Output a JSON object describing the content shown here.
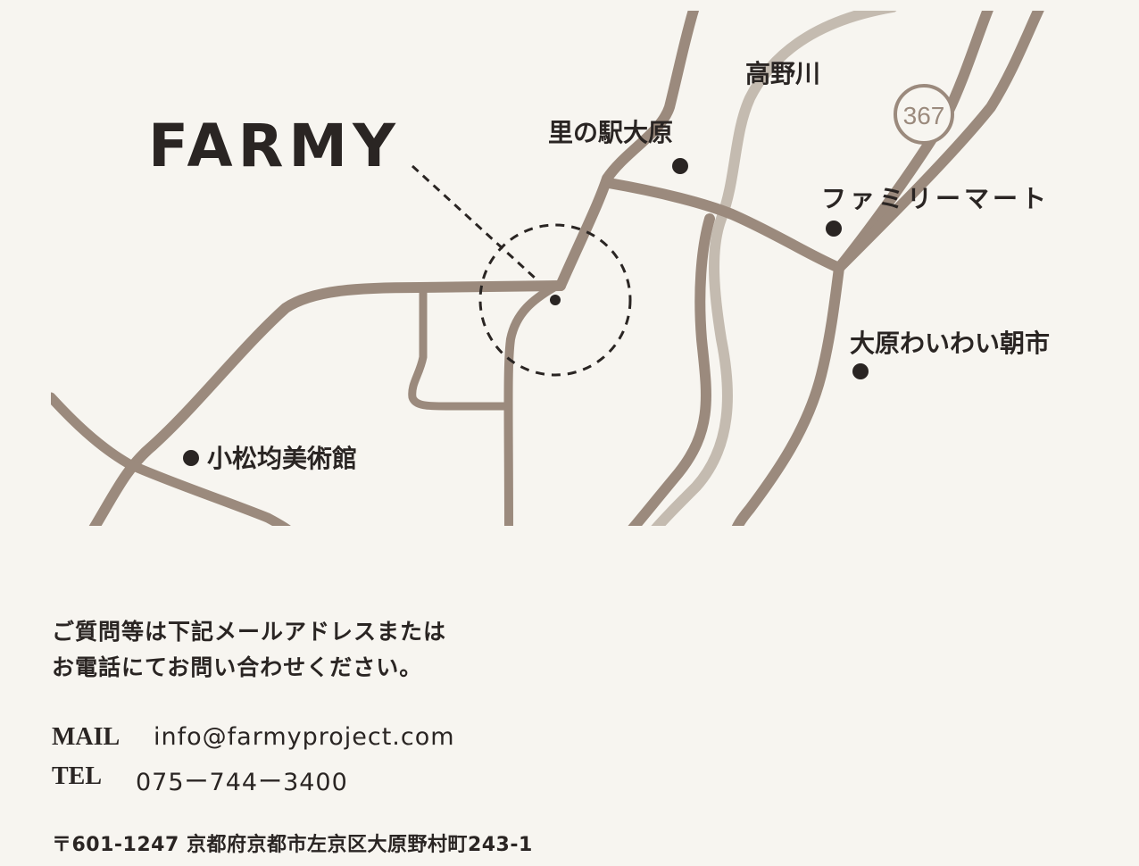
{
  "map": {
    "brand": "FARMY",
    "route_number": "367",
    "labels": {
      "river": "高野川",
      "station": "里の駅大原",
      "family_mart": "ファミリーマート",
      "market": "大原わいわい朝市",
      "museum": "小松均美術館"
    },
    "colors": {
      "road": "#9b8a7d",
      "river": "#c4bbb0",
      "background": "#f7f5f0",
      "text": "#2a2523"
    }
  },
  "contact": {
    "intro_line1": "ご質問等は下記メールアドレスまたは",
    "intro_line2": "お電話にてお問い合わせください。",
    "mail_label": "MAIL",
    "mail_value": "info@farmyproject.com",
    "tel_label": "TEL",
    "tel_value": "075ー744ー3400",
    "address": "〒601-1247 京都府京都市左京区大原野村町243-1"
  }
}
